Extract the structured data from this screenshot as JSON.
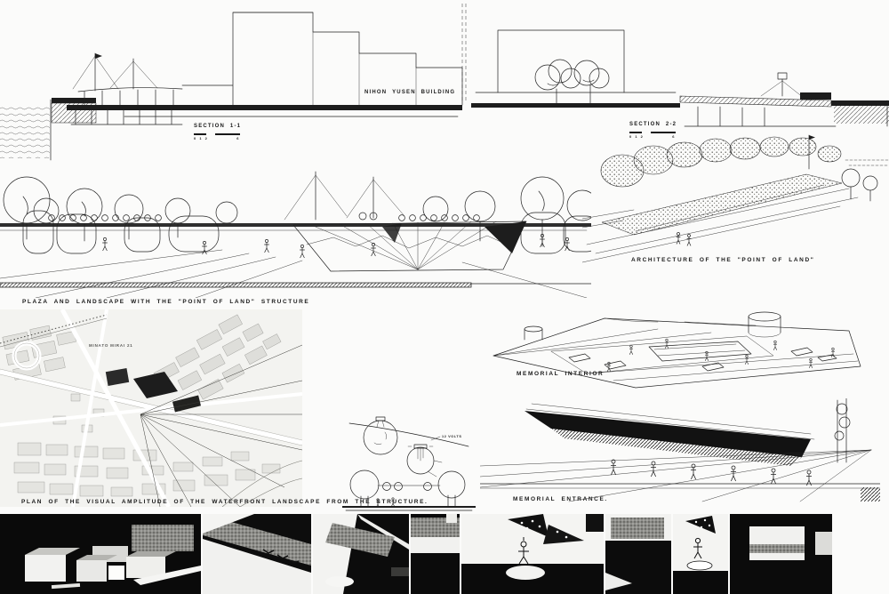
{
  "board": {
    "title": "Architectural presentation sheet",
    "background": "#fbfbfa",
    "ink_color": "#1d1d1d"
  },
  "labels": {
    "nihon_yusen": "NIHON YUSEN BUILDING",
    "section1": "SECTION 1-1",
    "section2": "SECTION 2-2",
    "scale_ticks": "0 1 2",
    "scale_end": "6",
    "plaza_caption": "PLAZA AND LANDSCAPE WITH THE \"POINT OF LAND\" STRUCTURE",
    "point_of_land_caption": "ARCHITECTURE OF THE \"POINT OF LAND\"",
    "map_caption": "PLAN OF THE VISUAL AMPLITUDE OF THE WATERFRONT LANDSCAPE FROM THE STRUCTURE.",
    "interior_caption": "MEMORIAL INTERIOR",
    "entrance_caption": "MEMORIAL ENTRANCE.",
    "map_district": "MINATO MIRAI 21",
    "volts": "12 VOLTS"
  },
  "photo_strip": {
    "count": 8,
    "description": "black-and-white photographs of the study model"
  }
}
